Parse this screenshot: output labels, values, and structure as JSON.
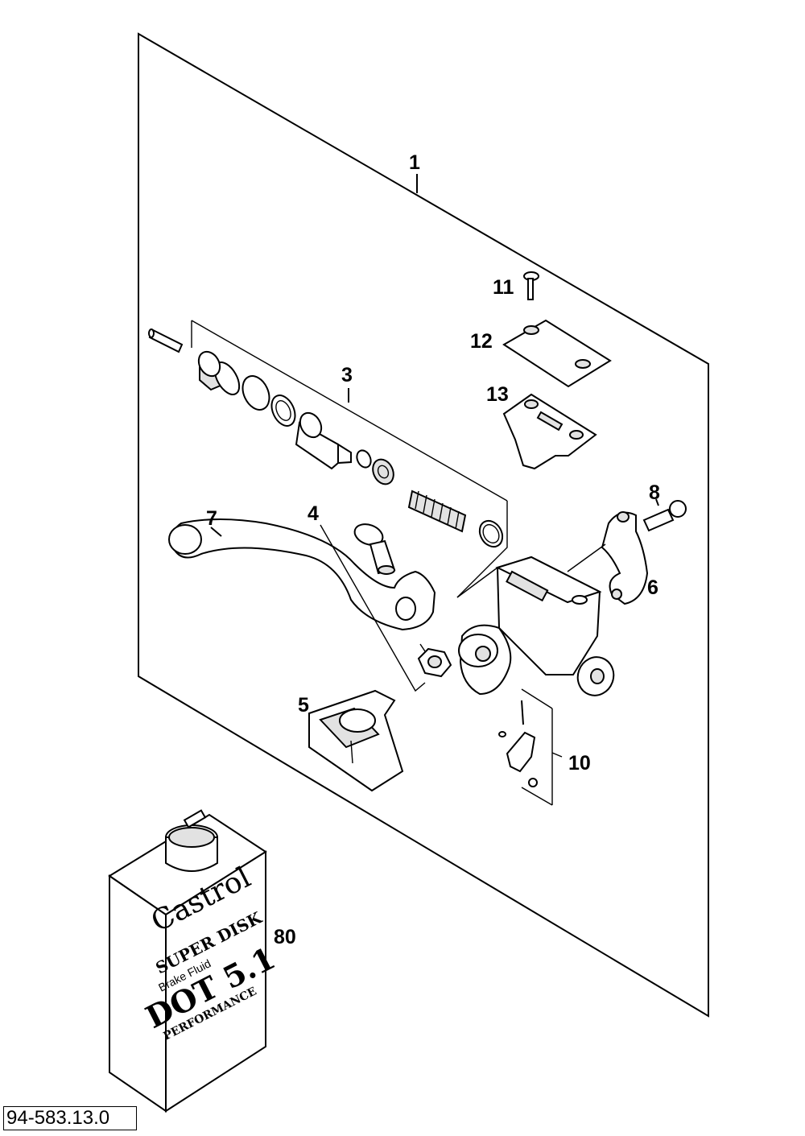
{
  "labels": {
    "p1": "1",
    "p3": "3",
    "p4": "4",
    "p5": "5",
    "p6": "6",
    "p7": "7",
    "p8": "8",
    "p10": "10",
    "p11": "11",
    "p12": "12",
    "p13": "13",
    "p80": "80"
  },
  "can": {
    "brand": "Castrol",
    "line1": "SUPER DISK",
    "line2": "Brake Fluid",
    "line3": "DOT 5.1",
    "line4": "PERFORMANCE"
  },
  "doc_number": "94-583.13.0"
}
